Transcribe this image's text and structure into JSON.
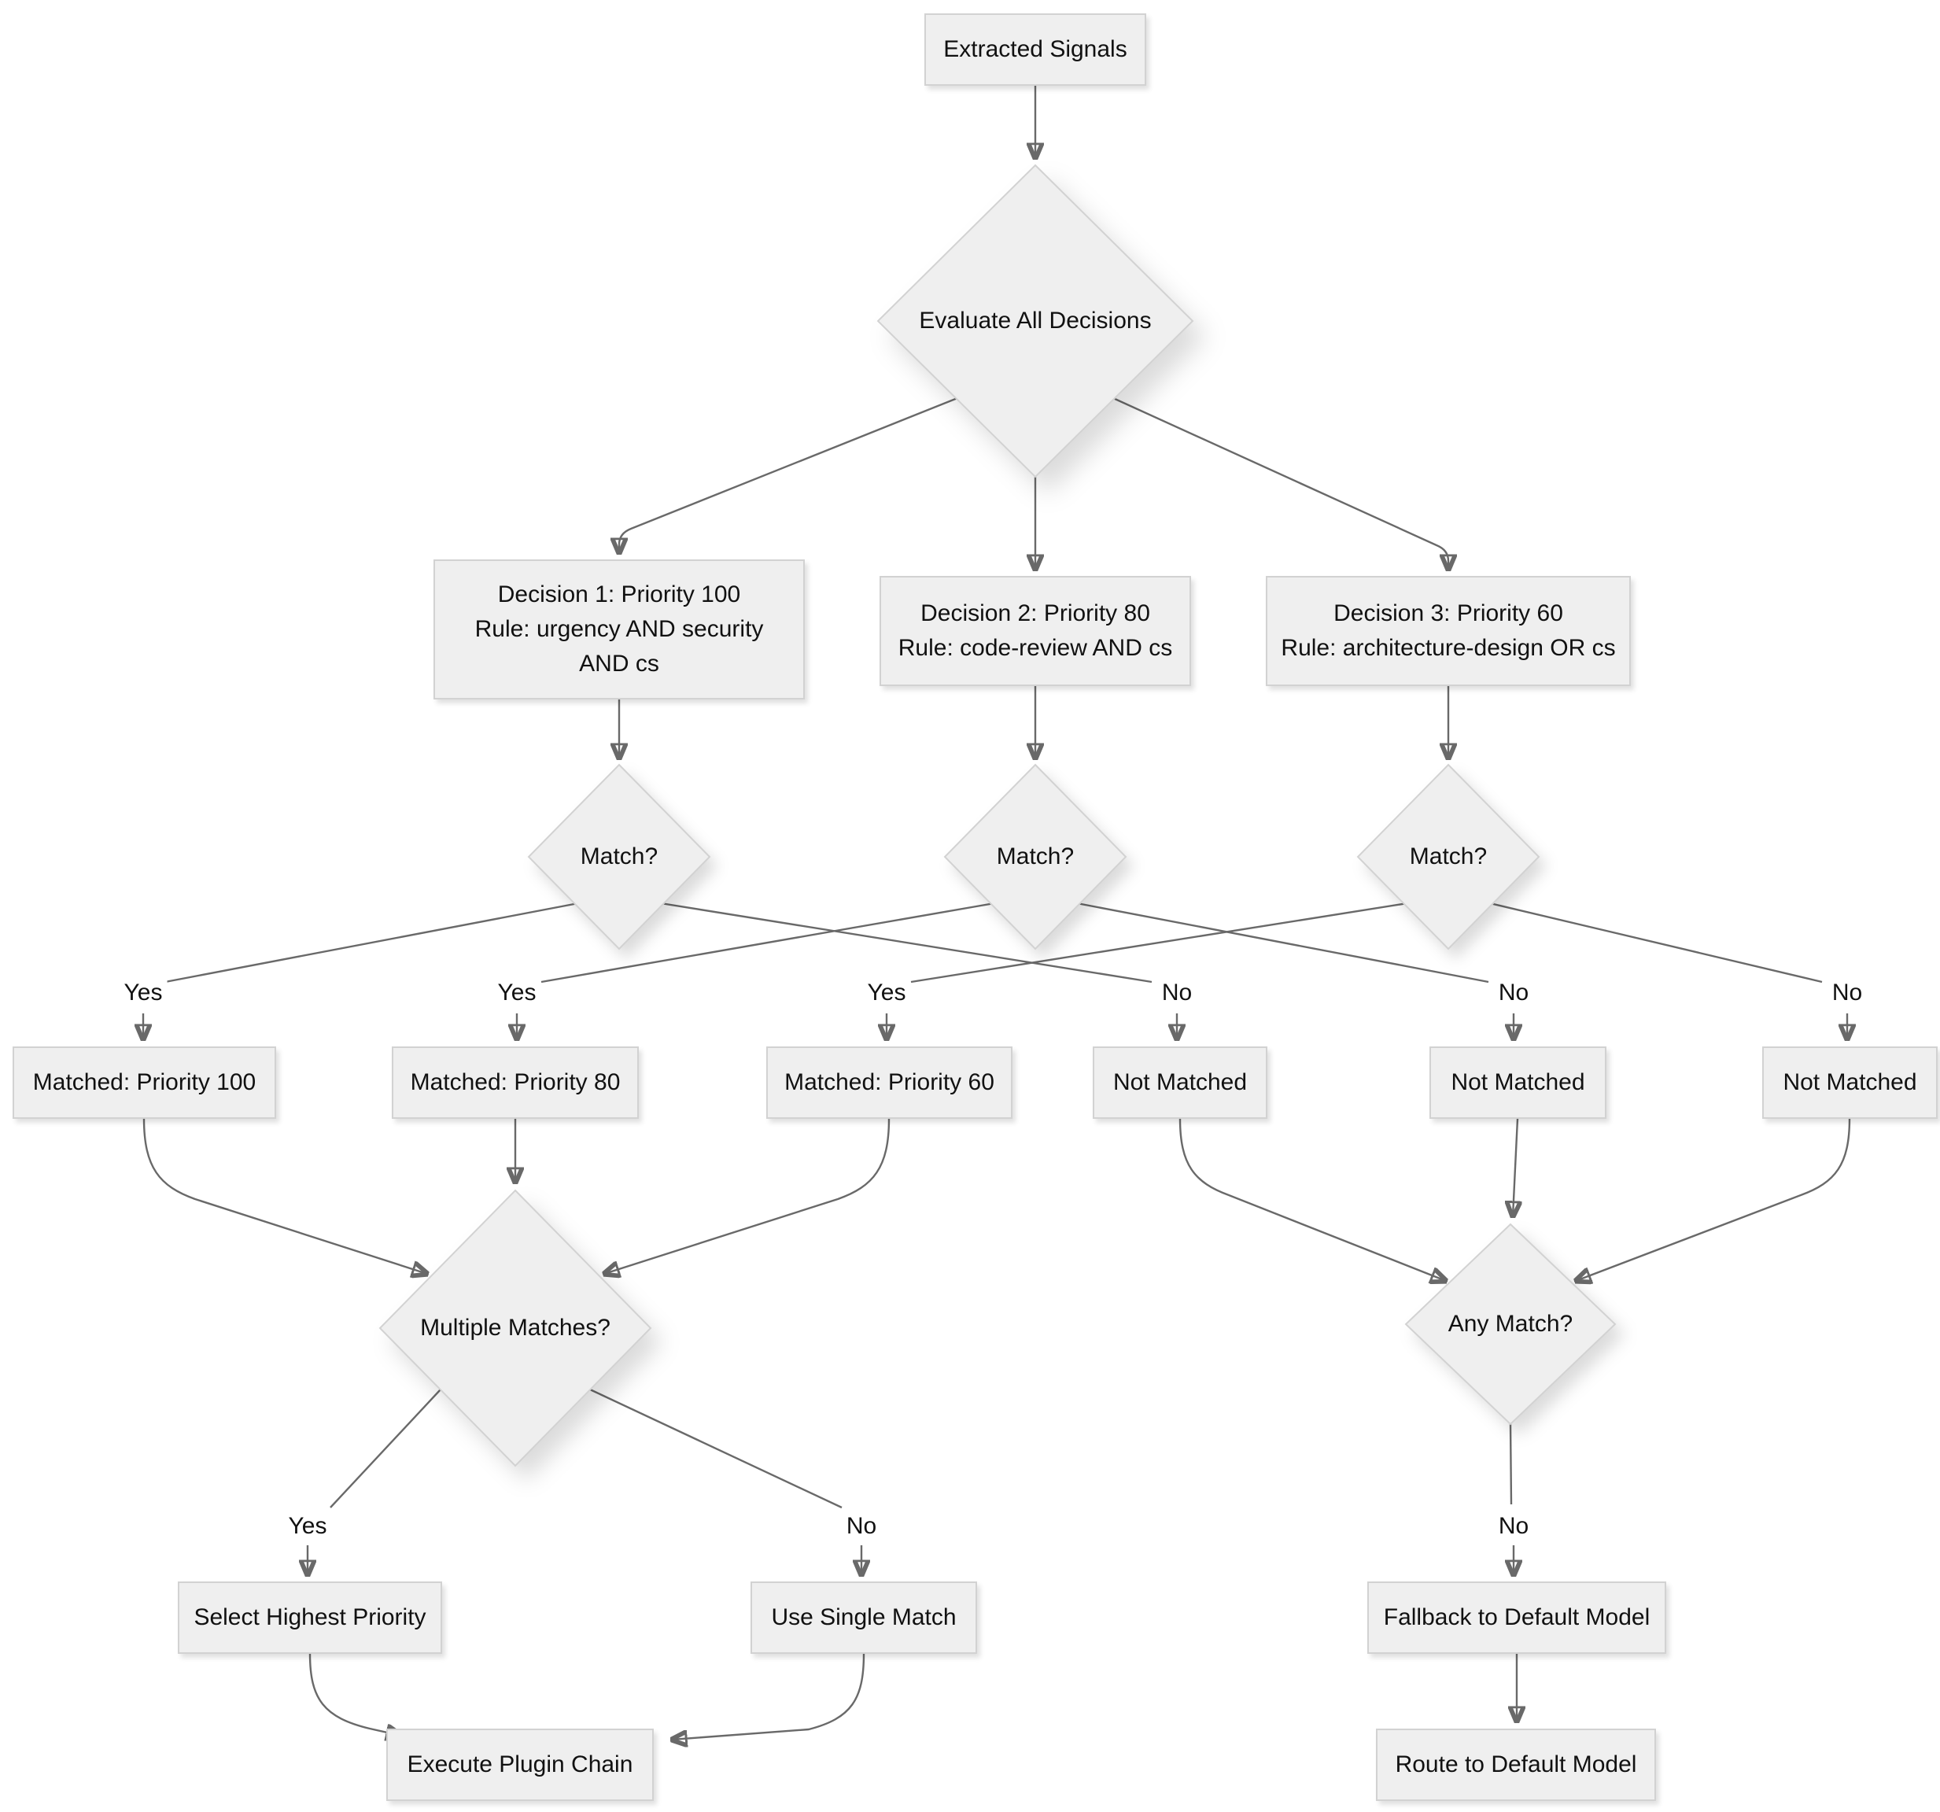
{
  "diagram": {
    "type": "flowchart",
    "colors": {
      "background": "#ffffff",
      "node_fill": "#efefef",
      "node_border": "#d2d2d2",
      "edge": "#696969",
      "arrowhead": "#707070",
      "text": "#111111"
    },
    "nodes": {
      "extracted_signals": {
        "label": "Extracted Signals"
      },
      "evaluate_all": {
        "label": "Evaluate All Decisions"
      },
      "decision1": {
        "line1": "Decision 1: Priority 100",
        "line2": "Rule: urgency AND security",
        "line3": "AND cs"
      },
      "decision2": {
        "line1": "Decision 2: Priority 80",
        "line2": "Rule: code-review AND cs"
      },
      "decision3": {
        "line1": "Decision 3: Priority 60",
        "line2": "Rule: architecture-design OR cs"
      },
      "match1": {
        "label": "Match?"
      },
      "match2": {
        "label": "Match?"
      },
      "match3": {
        "label": "Match?"
      },
      "matched100": {
        "label": "Matched: Priority 100"
      },
      "matched80": {
        "label": "Matched: Priority 80"
      },
      "matched60": {
        "label": "Matched: Priority 60"
      },
      "not_matched1": {
        "label": "Not Matched"
      },
      "not_matched2": {
        "label": "Not Matched"
      },
      "not_matched3": {
        "label": "Not Matched"
      },
      "multiple_matches": {
        "label": "Multiple Matches?"
      },
      "any_match": {
        "label": "Any Match?"
      },
      "select_highest": {
        "label": "Select Highest Priority"
      },
      "use_single": {
        "label": "Use Single Match"
      },
      "fallback_default": {
        "label": "Fallback to Default Model"
      },
      "execute_chain": {
        "label": "Execute Plugin Chain"
      },
      "route_default": {
        "label": "Route to Default Model"
      }
    },
    "edge_labels": {
      "match1_yes": "Yes",
      "match2_yes": "Yes",
      "match3_yes": "Yes",
      "match1_no": "No",
      "match2_no": "No",
      "match3_no": "No",
      "multiple_yes": "Yes",
      "multiple_no": "No",
      "anymatch_no": "No"
    }
  }
}
